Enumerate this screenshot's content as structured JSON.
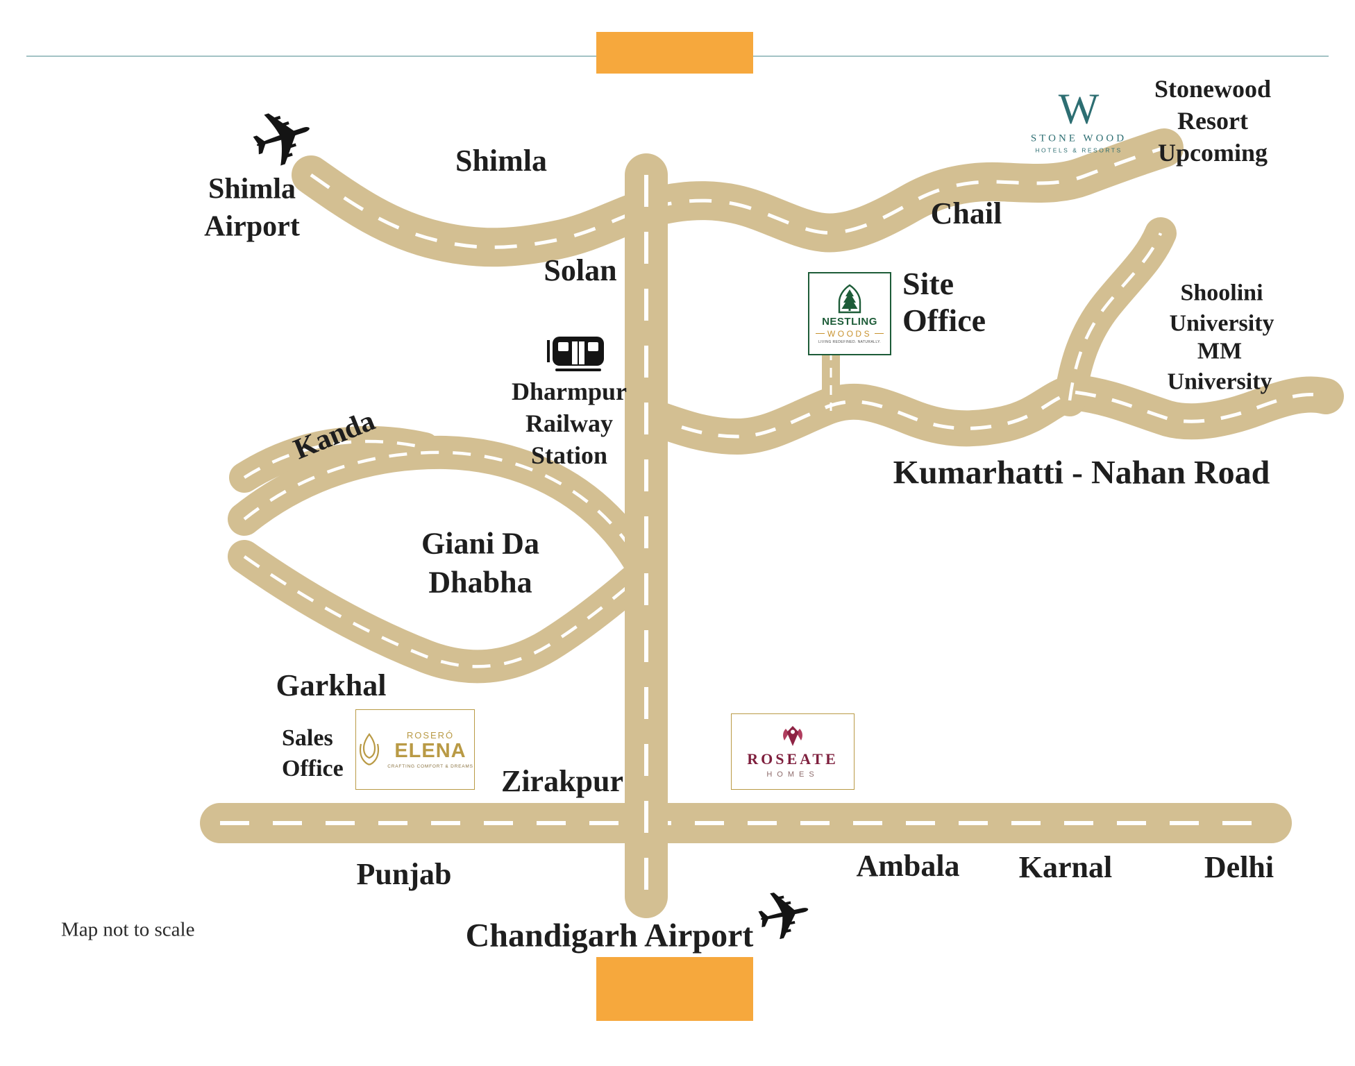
{
  "map": {
    "note": "Map not to scale",
    "icons": {
      "airplane": "✈"
    },
    "places": {
      "shimla_airport": "Shimla Airport",
      "shimla": "Shimla",
      "solan": "Solan",
      "chail": "Chail",
      "stonewood_resort": "Stonewood Resort Upcoming",
      "site_office": "Site Office",
      "shoolini_university": "Shoolini University",
      "mm_university": "MM University",
      "kumarhatti_nahan_road": "Kumarhatti - Nahan Road",
      "dharmpur_station": "Dharmpur Railway Station",
      "kanda": "Kanda",
      "giani_da_dhabha": "Giani Da Dhabha",
      "garkhal": "Garkhal",
      "sales_office": "Sales Office",
      "zirakpur": "Zirakpur",
      "punjab": "Punjab",
      "ambala": "Ambala",
      "karnal": "Karnal",
      "delhi": "Delhi",
      "chandigarh_airport": "Chandigarh Airport"
    },
    "logos": {
      "stonewood": {
        "monogram": "W",
        "name": "STONE WOOD",
        "tagline": "HOTELS & RESORTS"
      },
      "nestling_woods": {
        "name_line1": "NESTLING",
        "name_line2": "WOODS",
        "tagline": "LIVING REDEFINED. NATURALLY."
      },
      "rosero_elena": {
        "brand": "ROSERÓ",
        "name": "ELENA",
        "tagline": "CRAFTING COMFORT & DREAMS"
      },
      "roseate_homes": {
        "name": "ROSEATE",
        "sub": "HOMES"
      }
    },
    "colors": {
      "road": "#d3bf92",
      "accent_orange": "#f6a83d",
      "teal": "#2d6e72",
      "green": "#1d5c38",
      "gold": "#b99a45",
      "maroon": "#8e2344"
    }
  }
}
